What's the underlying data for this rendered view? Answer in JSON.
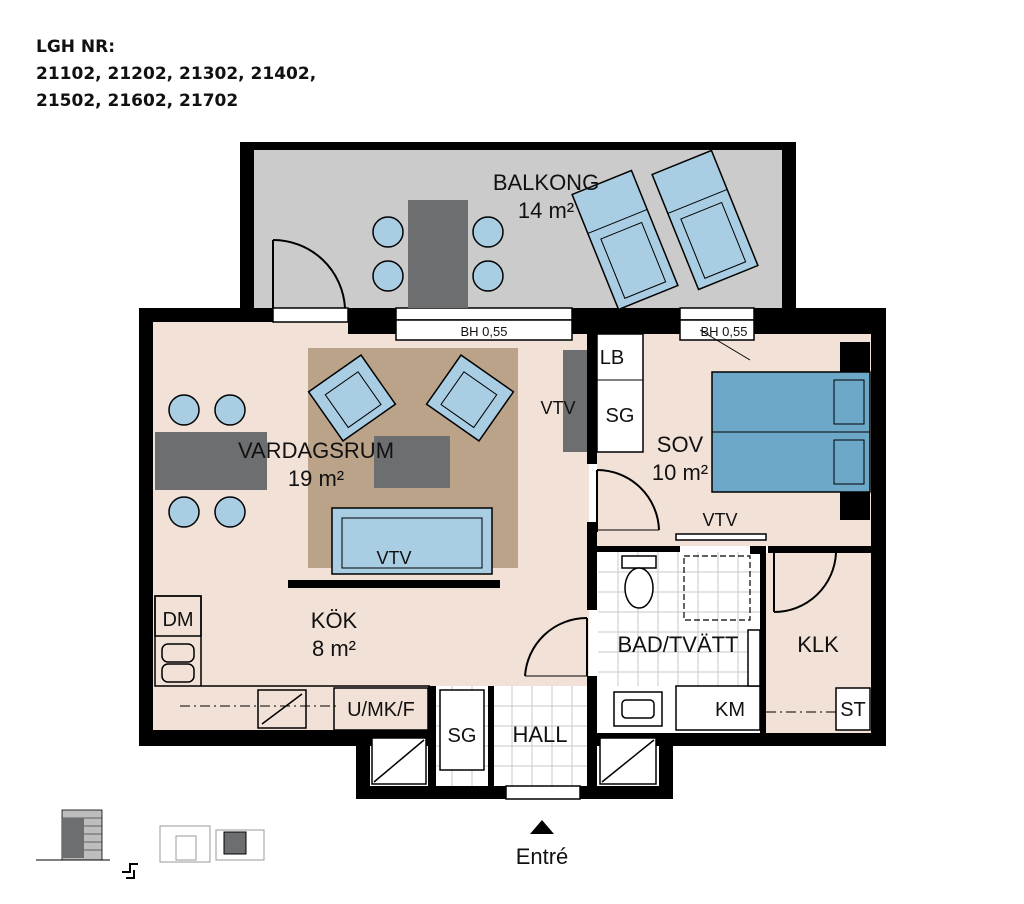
{
  "header": {
    "title": "LGH NR:",
    "line1": "21102, 21202, 21302, 21402,",
    "line2": "21502, 21602, 21702"
  },
  "rooms": {
    "balcony": {
      "name": "BALKONG",
      "area": "14 m²"
    },
    "living": {
      "name": "VARDAGSRUM",
      "area": "19 m²"
    },
    "kitchen": {
      "name": "KÖK",
      "area": "8 m²"
    },
    "bedroom": {
      "name": "SOV",
      "area": "10 m²"
    },
    "bath": {
      "name": "BAD/TVÄTT"
    },
    "closet": {
      "name": "KLK"
    },
    "hall": {
      "name": "HALL"
    }
  },
  "fixtures": {
    "bh_left": "BH 0,55",
    "bh_right": "BH 0,55",
    "vtv_living": "VTV",
    "vtv_wall": "VTV",
    "vtv_bed": "VTV",
    "lb": "LB",
    "sg_bed": "SG",
    "dm": "DM",
    "umkf": "U/MK/F",
    "sg_hall": "SG",
    "km": "KM",
    "st": "ST"
  },
  "entrance": {
    "label": "Entré"
  },
  "colors": {
    "wall": "#000000",
    "floor": "#f2e1d6",
    "balcony": "#cbcbcb",
    "rug": "#bba389",
    "furniture_blue": "#a9cde3",
    "bed_blue": "#6ea8c9",
    "table_gray": "#6d6e70"
  }
}
